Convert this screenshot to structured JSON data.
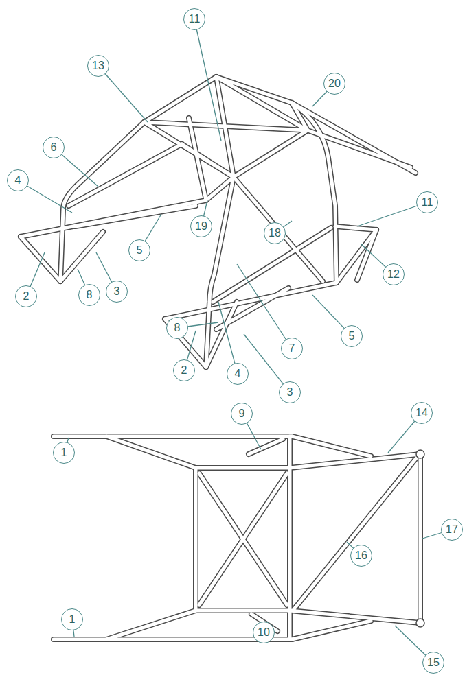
{
  "diagram": {
    "nodes": [
      {
        "text": [
          "11"
        ]
      },
      {
        "text": [
          "13"
        ]
      },
      {
        "text": [
          "20"
        ]
      },
      {
        "text": [
          "6"
        ]
      },
      {
        "text": [
          "4"
        ]
      },
      {
        "text": [
          "11"
        ]
      },
      {
        "text": [
          "19"
        ]
      },
      {
        "text": [
          "18"
        ]
      },
      {
        "text": [
          "5"
        ]
      },
      {
        "text": [
          "12"
        ]
      },
      {
        "text": [
          "3"
        ]
      },
      {
        "text": [
          "8"
        ]
      },
      {
        "text": [
          "2"
        ]
      },
      {
        "text": [
          "8"
        ]
      },
      {
        "text": [
          "5"
        ]
      },
      {
        "text": [
          "7"
        ]
      },
      {
        "text": [
          "2"
        ]
      },
      {
        "text": [
          "4"
        ]
      },
      {
        "text": [
          "3"
        ]
      },
      {
        "text": [
          "14"
        ]
      },
      {
        "text": [
          "9"
        ]
      },
      {
        "text": [
          "1"
        ]
      },
      {
        "text": [
          "17"
        ]
      },
      {
        "text": [
          "16"
        ]
      },
      {
        "text": [
          "1"
        ]
      },
      {
        "text": [
          "10"
        ]
      },
      {
        "text": [
          "15"
        ]
      }
    ]
  }
}
